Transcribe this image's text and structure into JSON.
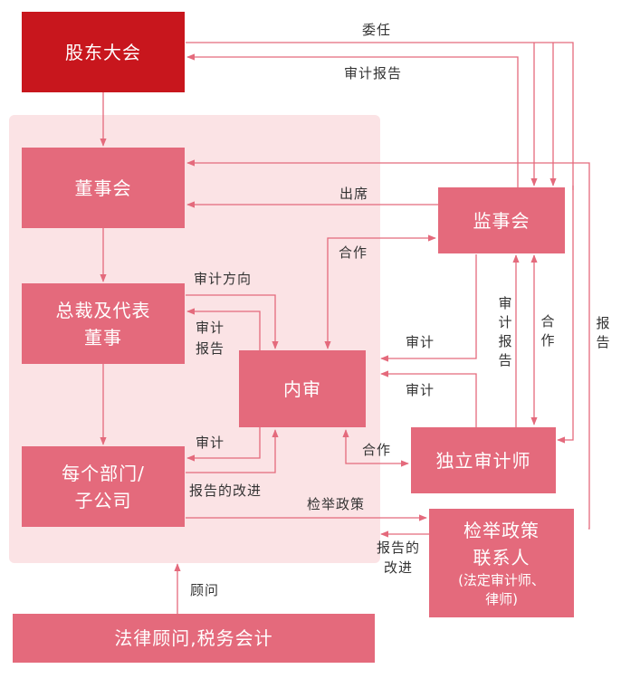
{
  "nodes": {
    "shareholders": "股东大会",
    "board": "董事会",
    "ceo_line1": "总裁及代表",
    "ceo_line2": "董事",
    "departments_line1": "每个部门/",
    "departments_line2": "子公司",
    "internal_audit": "内审",
    "supervisors": "监事会",
    "independent_auditor": "独立审计师",
    "whistle_line1": "检举政策",
    "whistle_line2": "联系人",
    "whistle_sub1": "(法定审计师、",
    "whistle_sub2": "律师)",
    "advisors": "法律顾问,税务会计"
  },
  "edge_labels": {
    "appoint": "委任",
    "audit_report_top": "审计报告",
    "attend": "出席",
    "cooperate_top": "合作",
    "audit_direction": "审计方向",
    "audit_report_left_1": "审计",
    "audit_report_left_2": "报告",
    "audit_upper_right": "审计",
    "audit_lower_right": "审计",
    "audit_report_vertical": "审计报告",
    "cooperate_vertical": "合作",
    "report_vertical": "报告",
    "audit_lower_left": "审计",
    "improvement_left": "报告的改进",
    "cooperate_bottom": "合作",
    "whistle_edge": "检举政策",
    "improvement_right_1": "报告的",
    "improvement_right_2": "改进",
    "consult": "顾问"
  },
  "colors": {
    "dark_red": "#c8161d",
    "box_pink": "#e46a7c",
    "panel_pink": "#fbe3e5",
    "line": "#e46a7c"
  }
}
